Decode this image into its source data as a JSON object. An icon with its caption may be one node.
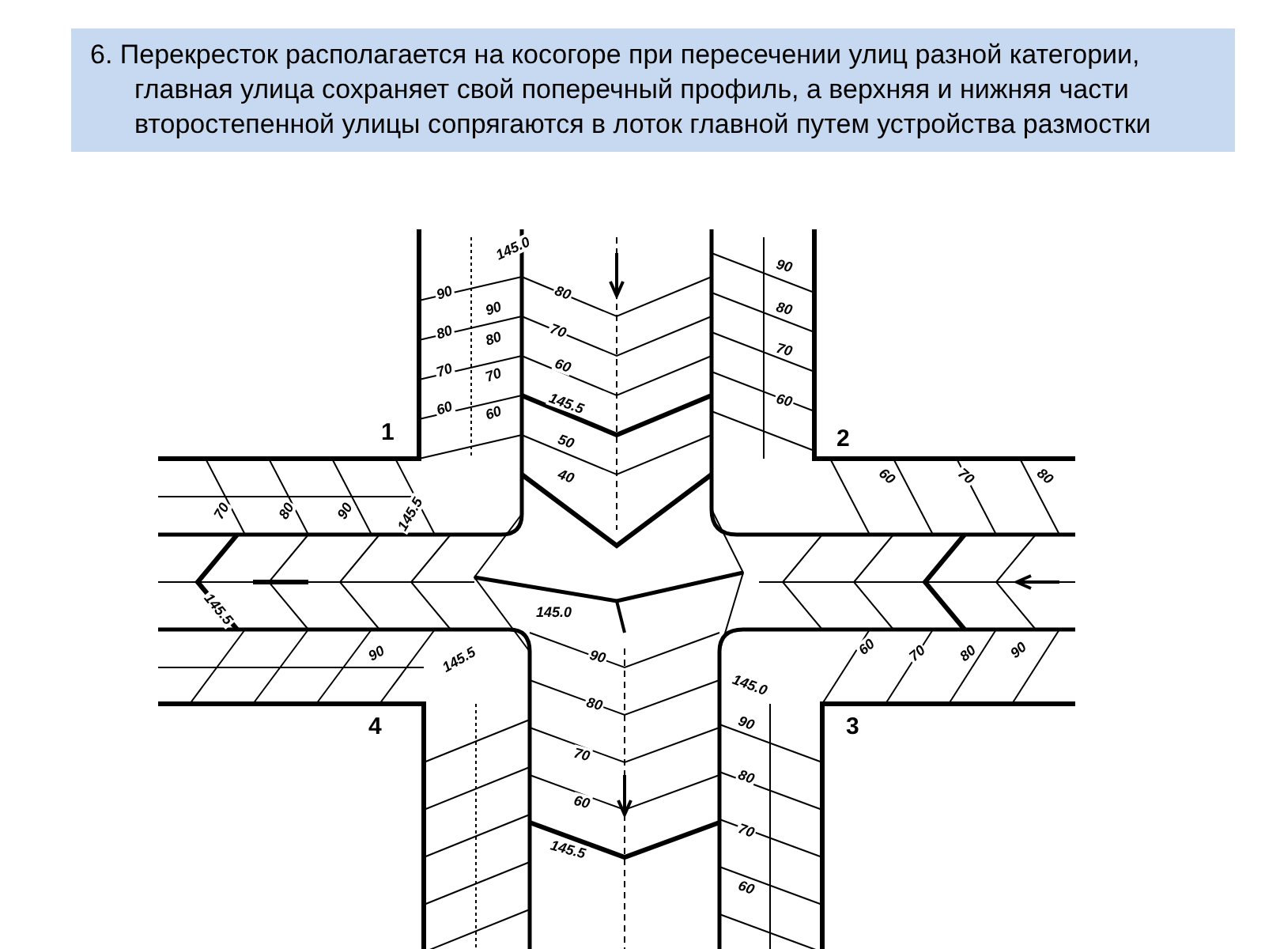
{
  "diagram": {
    "title": "6. Перекресток располагается на косогоре при пересечении улиц разной категории, главная улица сохраняет свой поперечный профиль, а верхняя и нижняя части второстепенной улицы сопрягаются в лоток главной путем устройства размостки",
    "labels": [
      "145.0",
      "90",
      "80",
      "70",
      "60",
      "90",
      "80",
      "70",
      "60",
      "80",
      "70",
      "60",
      "145.5",
      "50",
      "40",
      "90",
      "80",
      "70",
      "60",
      "1",
      "2",
      "70",
      "80",
      "90",
      "145.5",
      "60",
      "70",
      "80",
      "145.5",
      "145.0",
      "90",
      "145.5",
      "90",
      "60",
      "70",
      "80",
      "90",
      "145.0",
      "80",
      "4",
      "90",
      "3",
      "70",
      "80",
      "60",
      "70",
      "145.5",
      "60"
    ]
  }
}
